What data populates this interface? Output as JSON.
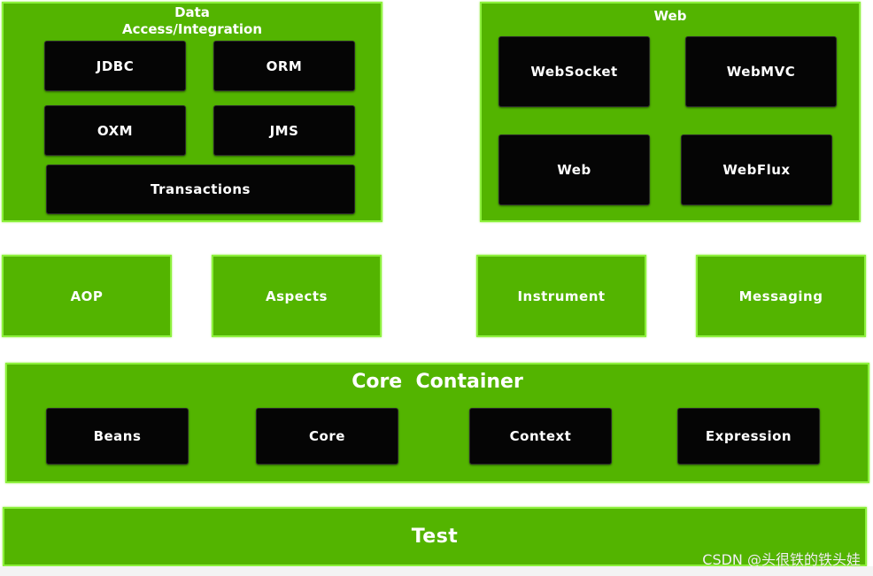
{
  "data_access": {
    "title_line1": "Data",
    "title_line2": "Access/Integration",
    "modules": [
      "JDBC",
      "ORM",
      "OXM",
      "JMS",
      "Transactions"
    ]
  },
  "web": {
    "title": "Web",
    "modules": [
      "WebSocket",
      "WebMVC",
      "Web",
      "WebFlux"
    ]
  },
  "middle": {
    "aop": "AOP",
    "aspects": "Aspects",
    "instrument": "Instrument",
    "messaging": "Messaging"
  },
  "core_container": {
    "title": "Core  Container",
    "modules": [
      "Beans",
      "Core",
      "Context",
      "Expression"
    ]
  },
  "test": {
    "title": "Test"
  },
  "watermark": "CSDN @头很铁的铁头娃",
  "colors": {
    "module_green": "#53b400",
    "module_border": "#8cf03c",
    "submodule_black": "#050505"
  }
}
